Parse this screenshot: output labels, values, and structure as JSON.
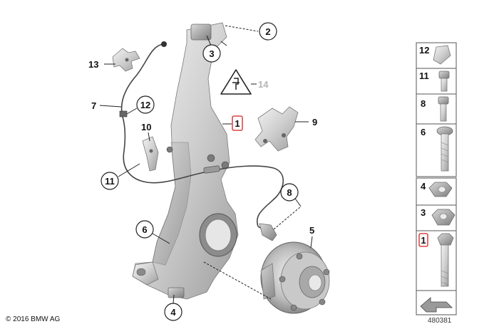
{
  "copyright": "© 2016 BMW AG",
  "drawing_number": "480381",
  "callouts": {
    "c1": "1",
    "c2": "2",
    "c3": "3",
    "c4": "4",
    "c5": "5",
    "c6": "6",
    "c7": "7",
    "c8": "8",
    "c9": "9",
    "c10": "10",
    "c11": "11",
    "c12": "12",
    "c13": "13",
    "c14": "14"
  },
  "parts_panel": {
    "rows": [
      "12",
      "11",
      "8",
      "6",
      "4",
      "3",
      "1"
    ]
  },
  "highlight_color": "#d21f1f",
  "warning_icon": "electrical-warning-triangle-icon"
}
